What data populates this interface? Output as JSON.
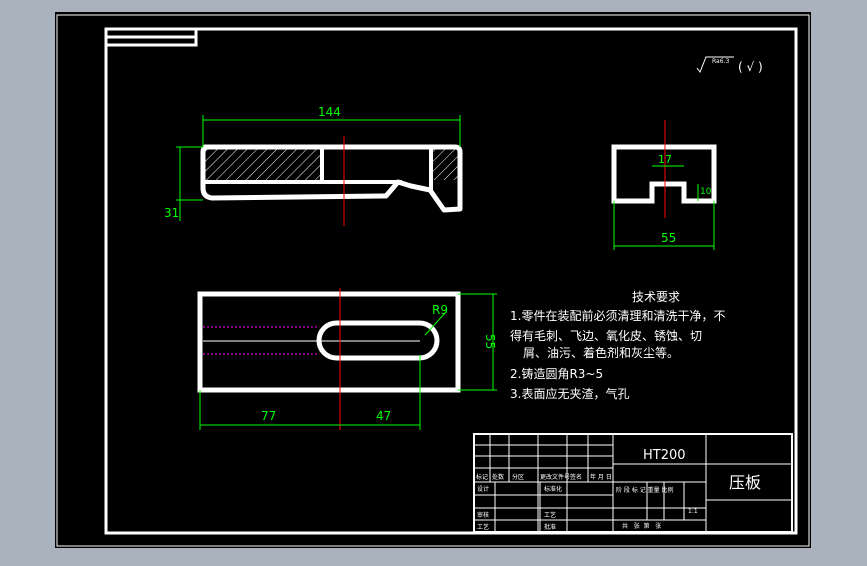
{
  "colors": {
    "backdrop": "#a9b2bd",
    "sheet": "#000000",
    "outline": "#ffffff",
    "dimension": "#00ff00",
    "centerline": "#ff0000",
    "hidden_line": "#ff00ff",
    "notes_text": "#ffffff"
  },
  "surface_finish": {
    "value": "Ra6.3",
    "paren_text": "( √ )"
  },
  "dimensions": {
    "front_length": "144",
    "front_height": "31",
    "side_slot": "17",
    "side_depth": "10",
    "side_width": "55",
    "top_radius": "R9",
    "top_width": "55",
    "top_left": "77",
    "top_right": "47"
  },
  "notes": {
    "title": "技术要求",
    "line1": "1.零件在装配前必须清理和清洗干净，不",
    "line2": "得有毛刺、飞边、氧化皮、锈蚀、切",
    "line3": "屑、油污、着色剂和灰尘等。",
    "line4": "2.铸造圆角R3~5",
    "line5": "3.表面应无夹渣，气孔"
  },
  "title_block": {
    "material": "HT200",
    "part_name": "压板",
    "row_labels": [
      "标记",
      "处数",
      "分区",
      "更改文件号",
      "签名",
      "年 月 日"
    ],
    "designer": "设计",
    "standardize": "标准化",
    "checker": "审核",
    "process": "工艺",
    "craft": "工艺",
    "approve": "批准",
    "stage_labels": "阶 段 标 记 重量 比例",
    "scale": "1:1",
    "sheets": "共   张  第   张"
  }
}
